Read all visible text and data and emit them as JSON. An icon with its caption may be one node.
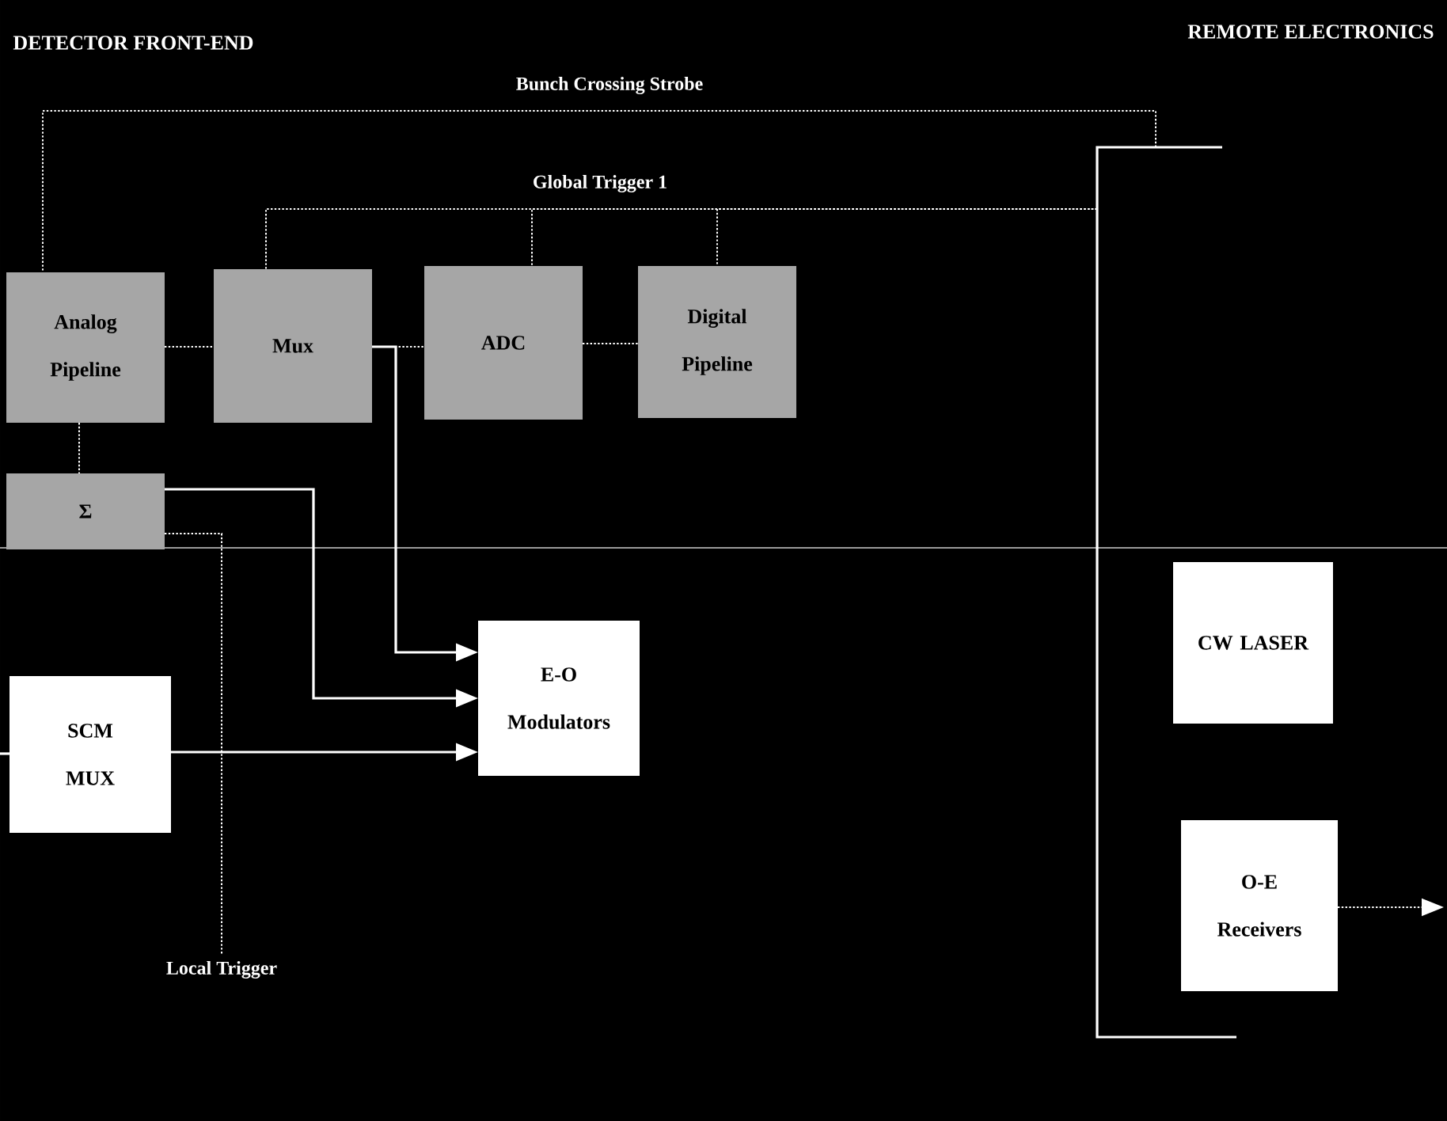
{
  "diagram": {
    "nodes": [
      {
        "text": [
          "Analog Pipeline"
        ]
      },
      {
        "text": [
          "Mux"
        ]
      },
      {
        "text": [
          "ADC"
        ]
      },
      {
        "text": [
          "Digital Pipeline"
        ]
      },
      {
        "text": [
          "Σ"
        ]
      },
      {
        "text": [
          "E-O Modulators"
        ]
      },
      {
        "text": [
          "SCM MUX"
        ]
      },
      {
        "text": [
          "CW LASER"
        ]
      },
      {
        "text": [
          "O-E Receivers"
        ]
      },
      {
        "text": [],
        "shape": "bar"
      },
      {
        "text": [
          "Local Trigger"
        ]
      }
    ],
    "edges": [
      {
        "from": 9,
        "to": 0,
        "arrow": "none",
        "label": "Bunch Crossing Strobe",
        "style": "dashed"
      },
      {
        "from": 9,
        "to": 1,
        "arrow": "none",
        "label": "Global Trigger 1",
        "style": "dashed"
      },
      {
        "from": 9,
        "to": 2,
        "arrow": "none",
        "style": "dashed"
      },
      {
        "from": 9,
        "to": 3,
        "arrow": "none",
        "style": "dashed"
      },
      {
        "from": 0,
        "to": 1,
        "arrow": "none",
        "style": "dashed"
      },
      {
        "from": 1,
        "to": 2,
        "arrow": "none",
        "style": "dashed"
      },
      {
        "from": 2,
        "to": 3,
        "arrow": "none",
        "style": "dashed"
      },
      {
        "from": 0,
        "to": 4,
        "arrow": "none",
        "style": "dashed"
      },
      {
        "from": 4,
        "to": 5,
        "arrow": "to"
      },
      {
        "from": 1,
        "to": 5,
        "arrow": "to"
      },
      {
        "from": 6,
        "to": 5,
        "arrow": "to"
      },
      {
        "from": 4,
        "to": 10,
        "arrow": "none",
        "style": "dashed"
      },
      {
        "from": null,
        "to": 6,
        "arrow": "none"
      },
      {
        "from": 8,
        "to": null,
        "arrow": "to",
        "style": "dashed"
      }
    ],
    "labels": [
      "DETECTOR FRONT-END",
      "REMOTE ELECTRONICS"
    ]
  }
}
